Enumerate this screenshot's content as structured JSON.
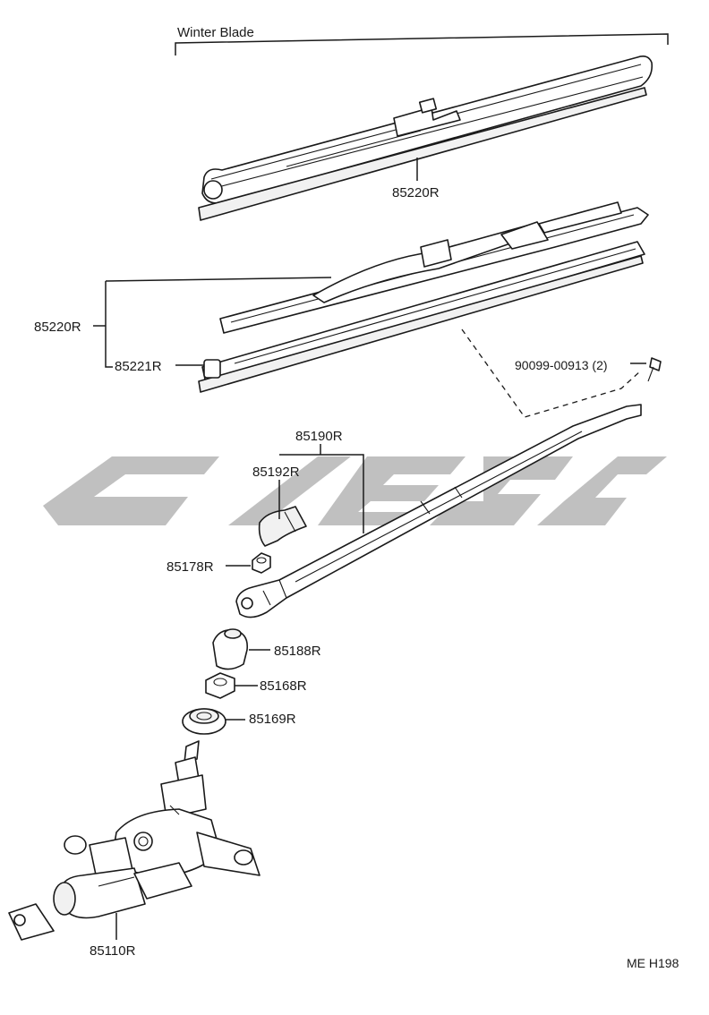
{
  "title": "Winter Blade",
  "parts": {
    "blade_winter": "85220R",
    "blade_assy": "85220R",
    "blade_rubber": "85221R",
    "screw": "90099-00913 (2)",
    "arm_assy": "85190R",
    "arm_cover": "85192R",
    "nut": "85178R",
    "cap": "85188R",
    "nut_pivot": "85168R",
    "grommet": "85169R",
    "motor_assy": "85110R"
  },
  "figure_code": "ME H198"
}
